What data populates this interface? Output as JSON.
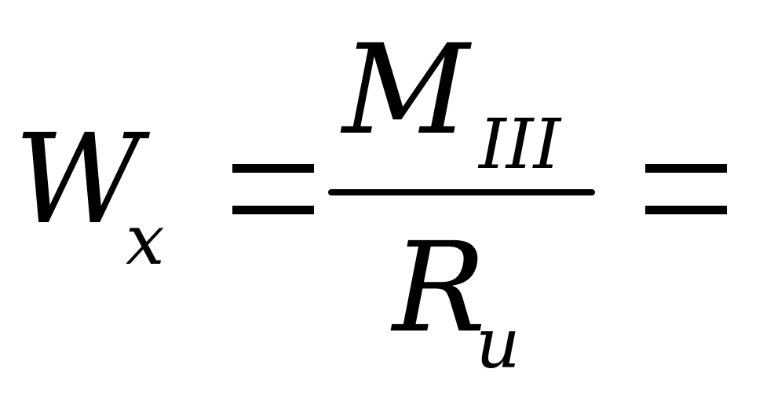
{
  "formula": {
    "lhs": {
      "symbol": "W",
      "subscript": "x"
    },
    "fraction": {
      "numerator": {
        "symbol": "M",
        "subscript": "III"
      },
      "denominator": {
        "symbol": "R",
        "subscript": "u"
      }
    },
    "operators": [
      "=",
      "="
    ]
  }
}
